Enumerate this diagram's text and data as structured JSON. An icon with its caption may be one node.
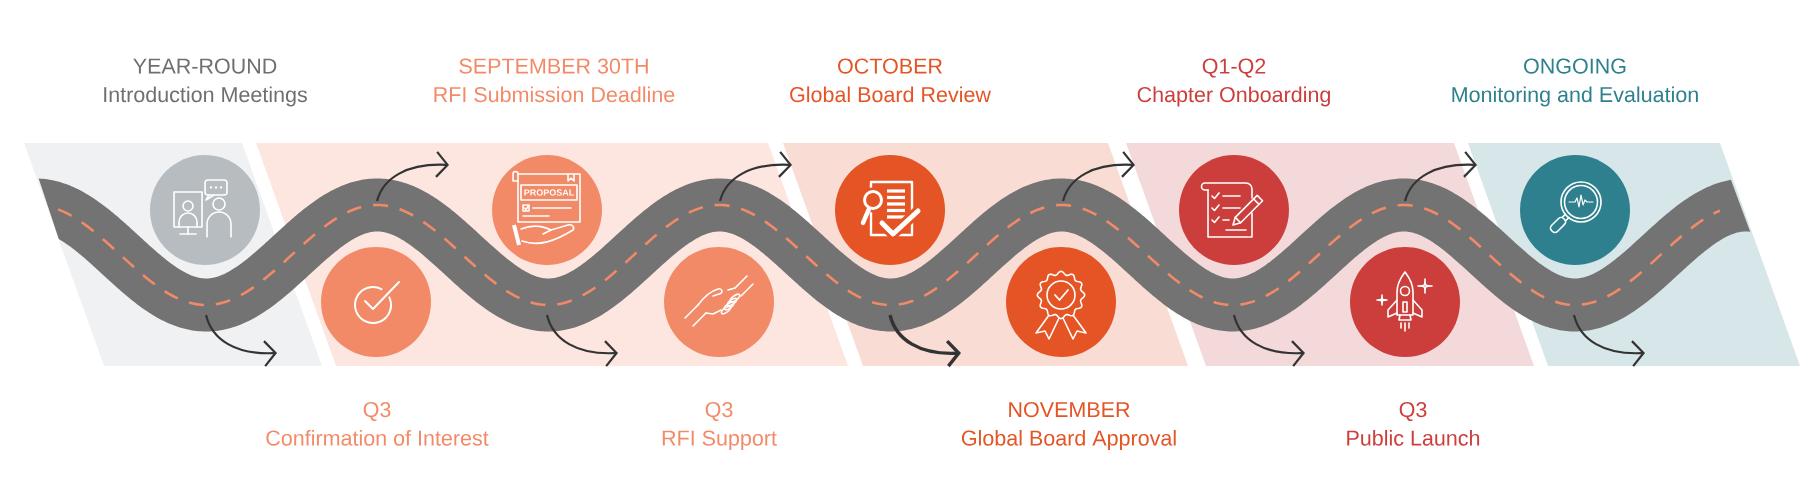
{
  "diagram": {
    "nodes": [
      {
        "text": [
          "YEAR-ROUND",
          "Introduction Meetings"
        ]
      },
      {
        "text": [
          "Q3",
          "Confirmation of Interest"
        ]
      },
      {
        "text": [
          "SEPTEMBER 30TH",
          "RFI Submission Deadline"
        ]
      },
      {
        "text": [
          "Q3",
          "RFI Support"
        ]
      },
      {
        "text": [
          "OCTOBER",
          "Global Board Review"
        ]
      },
      {
        "text": [
          "NOVEMBER",
          "Global Board Approval"
        ]
      },
      {
        "text": [
          "Q1-Q2",
          "Chapter Onboarding"
        ]
      },
      {
        "text": [
          "Q3",
          "Public Launch"
        ]
      },
      {
        "text": [
          "ONGOING",
          "Monitoring and Evaluation"
        ]
      }
    ],
    "labels": [
      "PROPOSAL"
    ]
  }
}
